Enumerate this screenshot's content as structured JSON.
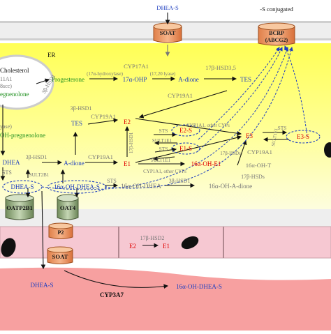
{
  "labels": {
    "top_dheas": "DHEA-S",
    "top_conj": "-S conjugated",
    "soat_top": "SOAT",
    "bcrp_1": "BCRP",
    "bcrp_2": "(ABCG2)",
    "er": "ER",
    "cholesterol": "Cholesterol",
    "cyp11a1": "11A1",
    "scc": "8scc)",
    "pregnenolone": "egnenolone",
    "lyase": "yase)",
    "oh_preg": "OH-pregnenolone",
    "progesterone": "Progesterone",
    "cyp17a1_top": "CYP17A1",
    "hydroxylase": "(17α-hydroxylase)",
    "lyase1720": "(17,20 lyase)",
    "ohp17": "17α-OHP",
    "adione_top": "A-dione",
    "hsd17_35": "17β-HSD3,5",
    "tes_top": "TES",
    "hsd3b1_top": "3β-HSD1",
    "hsd3b1_left": "3β-HSD1",
    "cyp19a1_mid": "CYP19A1",
    "tes_mid": "TES",
    "cyp19a1_e2": "CYP19A1",
    "e2": "E2",
    "e2s": "E2-S",
    "sts_e2": "STS",
    "sult_e2": "SULT1E1",
    "cyp1a1": "CYP1A1, other CYPs",
    "e3": "E3",
    "e3s": "E3-S",
    "sts_e3": "STS",
    "sult_e3": "SULT1E1",
    "e1s": "E1-S",
    "sts_e1": "STS",
    "sult_e1": "SULT1E1",
    "hsd17_1": "17β-HSD1",
    "hsd17b_e3": "17β-HSDs",
    "dhea": "DHEA",
    "hsd3b1_dhea": "3β-HSD1",
    "adione_mid": "A-dione",
    "cyp19a1_e1": "CYP19A1",
    "e1": "E1",
    "ohe1": "16α-OH-E1",
    "cyp19a1_e3": "CYP19A1",
    "oht": "16α-OH-T",
    "cyp1a1_bot": "CYP1A1, other CYPs",
    "hsds_17b": "17β-HSDs",
    "sts_dhea": "STS",
    "sult2b1": "SULT2B1",
    "dheas_cell": "DHEA-S",
    "ohdheas": "16α-OH-DHEA-S",
    "sts_mid": "STS",
    "ohdhea": "16α-OH-DHEA",
    "hsd3b1_bot": "3β-HSD1",
    "ohadione": "16α-OH-A-dione",
    "oatp2b1": "OATP2B1",
    "oat4": "OAT4",
    "p2": "P2",
    "soat_bot": "SOAT",
    "hsd17_2": "17β-HSD2",
    "e2_bot": "E2",
    "e1_bot": "E1",
    "dheas_bot": "DHEA-S",
    "cyp3a7": "CYP3A7",
    "ohdheas_bot": "16α-OH-DHEA-S"
  },
  "colors": {
    "er_yellow": "#ffff66",
    "membrane_pink": "#f6c8d2",
    "fetal_red": "#f7a0a0",
    "transporter_orange": "#f0a070",
    "transporter_green": "#8fa878",
    "blue": "#1f3fc0",
    "red": "#e00000",
    "green": "#209020",
    "grey": "#707070"
  }
}
